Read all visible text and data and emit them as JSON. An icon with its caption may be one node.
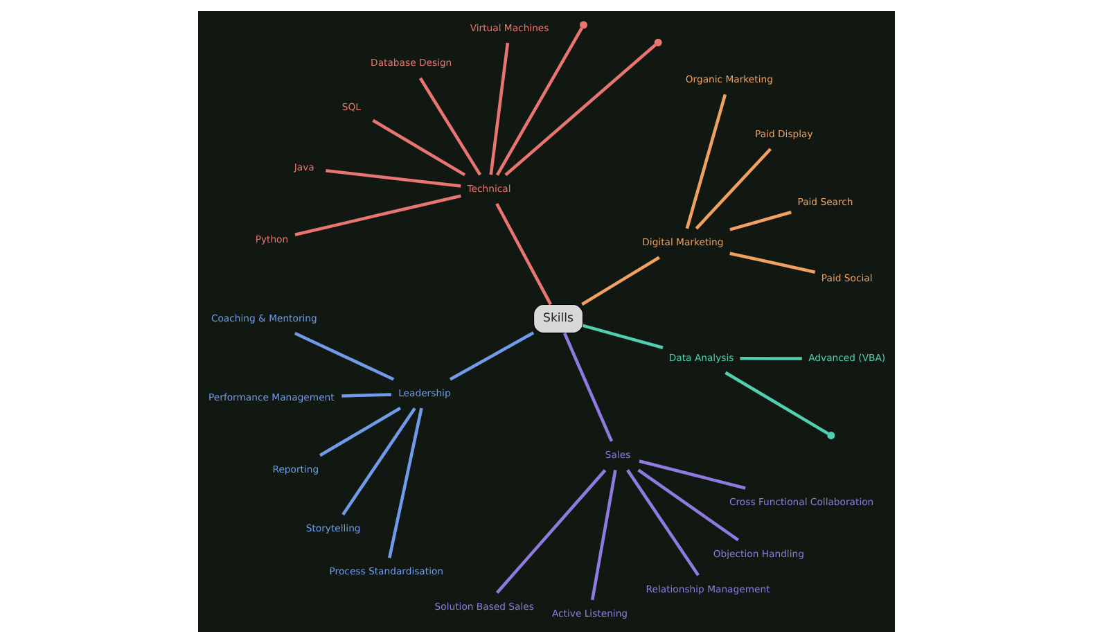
{
  "diagram": {
    "nodes": [
      {
        "text": [
          "Skills"
        ]
      },
      {
        "text": [
          "Digital Marketing"
        ]
      },
      {
        "text": [
          "Paid Social"
        ]
      },
      {
        "text": [
          "Paid Search"
        ]
      },
      {
        "text": [
          "Paid Display"
        ]
      },
      {
        "text": [
          "Organic Marketing"
        ]
      },
      {
        "text": [
          "Technical"
        ]
      },
      {
        "text": [],
        "shape": "point"
      },
      {
        "text": [],
        "shape": "point"
      },
      {
        "text": [
          "Virtual Machines"
        ]
      },
      {
        "text": [
          "Database Design"
        ]
      },
      {
        "text": [
          "SQL"
        ]
      },
      {
        "text": [
          "Java"
        ]
      },
      {
        "text": [
          "Python"
        ]
      },
      {
        "text": [
          "Leadership"
        ]
      },
      {
        "text": [
          "Coaching & Mentoring"
        ]
      },
      {
        "text": [
          "Performance Management"
        ]
      },
      {
        "text": [
          "Reporting"
        ]
      },
      {
        "text": [
          "Storytelling"
        ]
      },
      {
        "text": [
          "Process Standardisation"
        ]
      },
      {
        "text": [
          "Sales"
        ]
      },
      {
        "text": [
          "Solution Based Sales"
        ]
      },
      {
        "text": [
          "Active Listening"
        ]
      },
      {
        "text": [
          "Relationship Management"
        ]
      },
      {
        "text": [
          "Objection Handling"
        ]
      },
      {
        "text": [
          "Cross Functional Collaboration"
        ]
      },
      {
        "text": [
          "Data Analysis"
        ]
      },
      {
        "text": [],
        "shape": "point"
      },
      {
        "text": [
          "Advanced (VBA)"
        ]
      }
    ],
    "edges": [
      {
        "from": 0,
        "to": 1,
        "arrow": "none",
        "color": "#f0a060"
      },
      {
        "from": 1,
        "to": 2,
        "arrow": "none",
        "color": "#f0a060"
      },
      {
        "from": 1,
        "to": 3,
        "arrow": "none",
        "color": "#f0a060"
      },
      {
        "from": 1,
        "to": 4,
        "arrow": "none",
        "color": "#f0a060"
      },
      {
        "from": 1,
        "to": 5,
        "arrow": "none",
        "color": "#f0a060"
      },
      {
        "from": 0,
        "to": 6,
        "arrow": "none"
      },
      {
        "from": 6,
        "to": 7,
        "arrow": "none"
      },
      {
        "from": 6,
        "to": 8,
        "arrow": "none"
      },
      {
        "from": 6,
        "to": 9,
        "arrow": "none"
      },
      {
        "from": 6,
        "to": 10,
        "arrow": "none"
      },
      {
        "from": 6,
        "to": 11,
        "arrow": "none"
      },
      {
        "from": 6,
        "to": 12,
        "arrow": "none"
      },
      {
        "from": 6,
        "to": 13,
        "arrow": "none"
      },
      {
        "from": 0,
        "to": 14,
        "arrow": "none",
        "color": "#6f9be8"
      },
      {
        "from": 14,
        "to": 15,
        "arrow": "none",
        "color": "#6f9be8"
      },
      {
        "from": 14,
        "to": 16,
        "arrow": "none",
        "color": "#6f9be8"
      },
      {
        "from": 14,
        "to": 17,
        "arrow": "none",
        "color": "#6f9be8"
      },
      {
        "from": 14,
        "to": 18,
        "arrow": "none",
        "color": "#6f9be8"
      },
      {
        "from": 14,
        "to": 19,
        "arrow": "none",
        "color": "#6f9be8"
      },
      {
        "from": 0,
        "to": 20,
        "arrow": "none",
        "color": "#8f7be0"
      },
      {
        "from": 20,
        "to": 21,
        "arrow": "none",
        "color": "#8f7be0"
      },
      {
        "from": 20,
        "to": 22,
        "arrow": "none",
        "color": "#8f7be0"
      },
      {
        "from": 20,
        "to": 23,
        "arrow": "none",
        "color": "#8f7be0"
      },
      {
        "from": 20,
        "to": 24,
        "arrow": "none",
        "color": "#8f7be0"
      },
      {
        "from": 20,
        "to": 25,
        "arrow": "none",
        "color": "#8f7be0"
      },
      {
        "from": 0,
        "to": 26,
        "arrow": "none",
        "color": "#50d0b0"
      },
      {
        "from": 26,
        "to": 27,
        "arrow": "none",
        "color": "#50d0b0"
      },
      {
        "from": 26,
        "to": 28,
        "arrow": "none",
        "color": "#50d0b0"
      }
    ]
  }
}
